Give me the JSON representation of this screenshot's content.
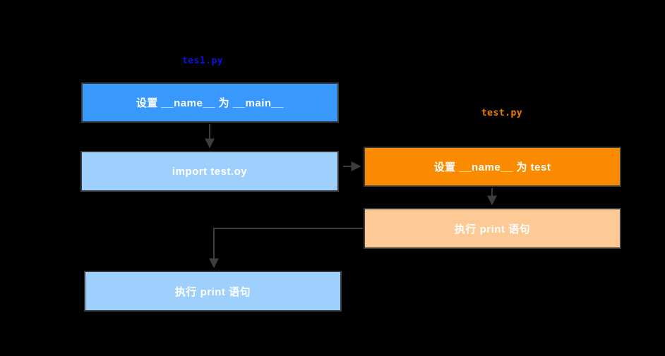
{
  "diagram": {
    "background": "#000000",
    "node_border_color": "#3a3a3a",
    "connector_color": "#3d3d3d",
    "groups": [
      {
        "title": "tes1.py",
        "title_color": "#0d12e0"
      },
      {
        "title": "test.py",
        "title_color": "#ef7d00"
      }
    ],
    "nodes": [
      {
        "label": "设置 __name__ 为 __main__",
        "bg": "#3898fb",
        "fg": "#ffffff",
        "file": "tes1.py"
      },
      {
        "label": "import test.oy",
        "bg": "#9fcffd",
        "fg": "#ffffff",
        "file": "tes1.py"
      },
      {
        "label": "设置 __name__ 为 test",
        "bg": "#fa8a00",
        "fg": "#ffffff",
        "file": "test.py"
      },
      {
        "label": "执行 print 语句",
        "bg": "#fdc995",
        "fg": "#ffffff",
        "file": "test.py"
      },
      {
        "label": "执行 print 语句",
        "bg": "#9fcffd",
        "fg": "#ffffff",
        "file": "tes1.py"
      }
    ],
    "edges": [
      {
        "from": "设置 __name__ 为 __main__",
        "to": "import test.oy"
      },
      {
        "from": "import test.oy",
        "to": "设置 __name__ 为 test"
      },
      {
        "from": "设置 __name__ 为 test",
        "to": "执行 print 语句 (test.py)"
      },
      {
        "from": "执行 print 语句 (test.py)",
        "to": "执行 print 语句 (tes1.py)"
      }
    ]
  }
}
